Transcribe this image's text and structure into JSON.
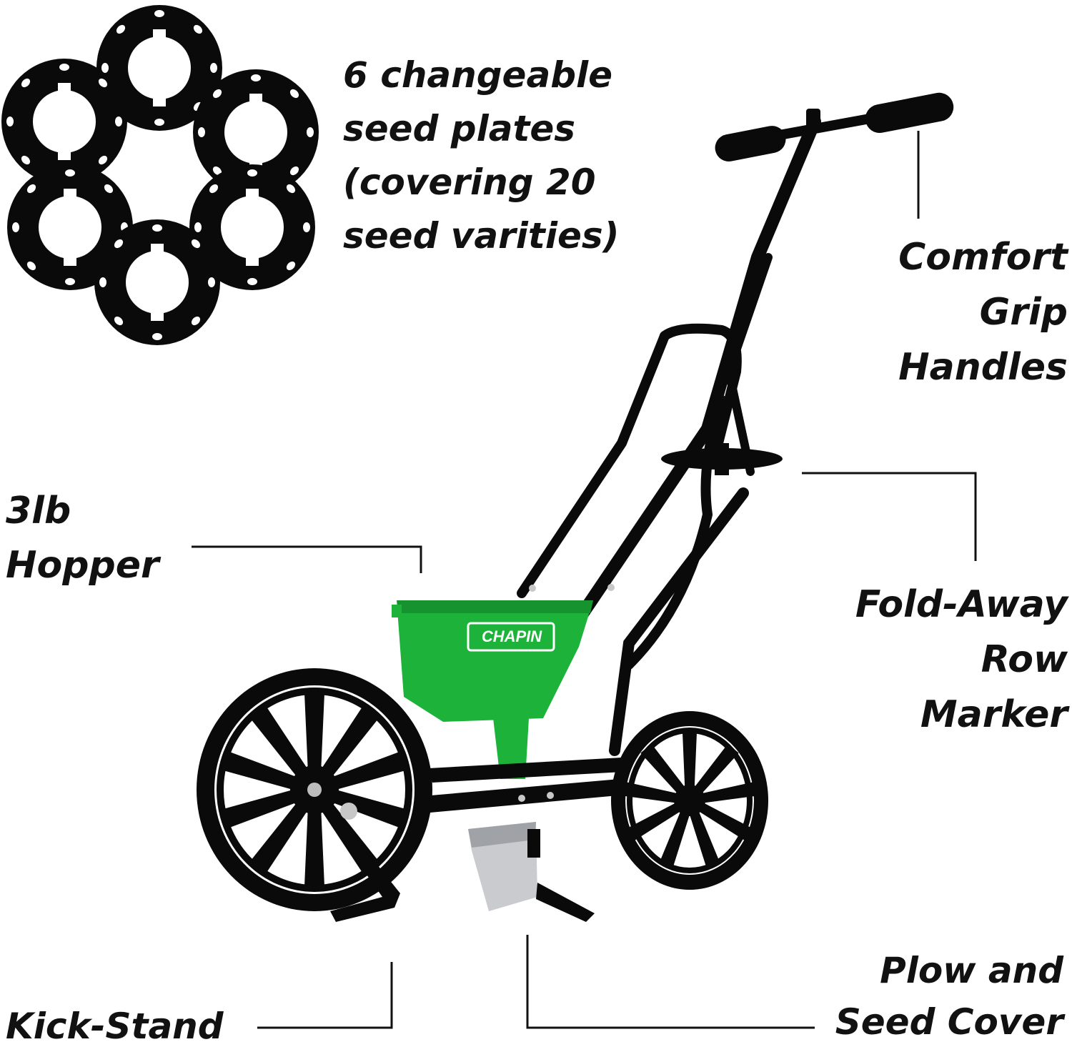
{
  "colors": {
    "text": "#111111",
    "frame": "#0a0a0a",
    "hopper_green": "#1db33a",
    "plow_silver": "#c9cbce",
    "background": "#ffffff"
  },
  "brand": {
    "logo_text": "CHAPIN"
  },
  "callouts": {
    "seed_plates": {
      "lines": [
        "6 changeable",
        "seed plates",
        "(covering 20",
        "seed varities)"
      ]
    },
    "grip": {
      "lines": [
        "Comfort",
        "Grip",
        "Handles"
      ]
    },
    "hopper": {
      "lines": [
        "3lb",
        "Hopper"
      ]
    },
    "row_marker": {
      "lines": [
        "Fold-Away",
        "Row",
        "Marker"
      ]
    },
    "plow": {
      "lines": [
        "Plow and",
        "Seed Cover"
      ]
    },
    "kickstand": {
      "lines": [
        "Kick-Stand"
      ]
    }
  },
  "icons": {
    "seed_plates": "seed-plate-disc",
    "product": "garden-seeder"
  }
}
